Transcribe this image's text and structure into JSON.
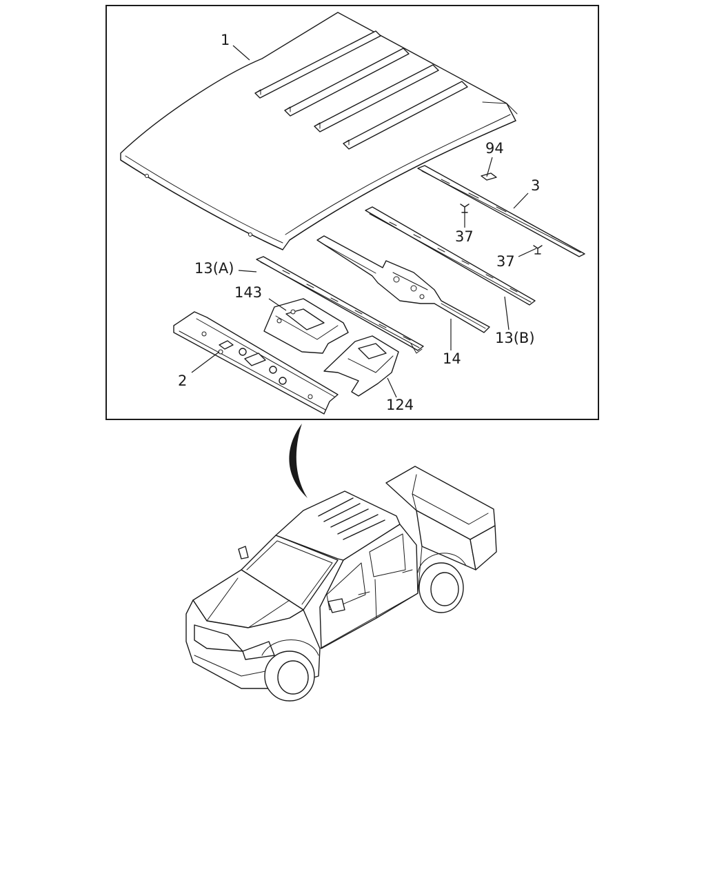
{
  "diagram": {
    "callouts": {
      "roof_panel": "1",
      "rear_header": "2",
      "rear_rail": "3",
      "front_bow": "13(A)",
      "rear_bow": "13(B)",
      "center_bow": "14",
      "clip_upper": "37",
      "clip_lower": "37",
      "label_94": "94",
      "bracket_124": "124",
      "bracket_143": "143"
    },
    "colors": {
      "line": "#1a1a1a",
      "background": "#ffffff"
    }
  }
}
